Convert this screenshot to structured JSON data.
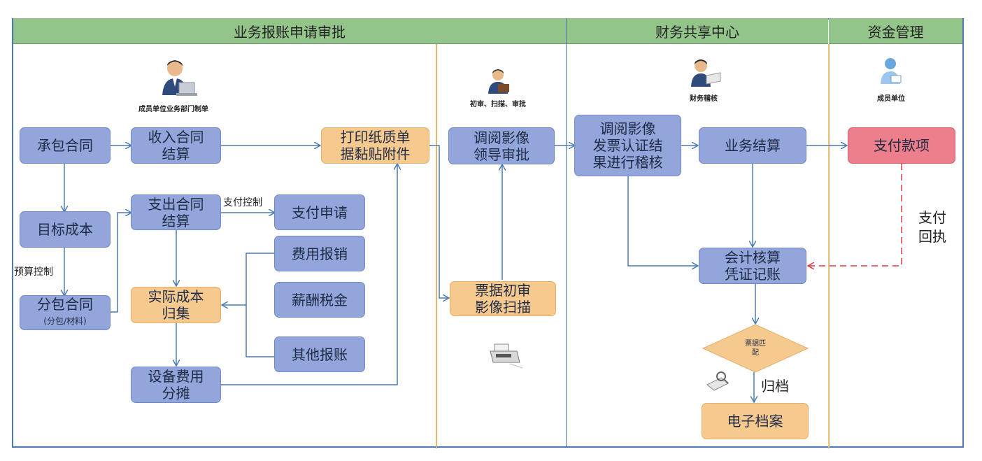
{
  "lanes": {
    "business": "业务报账申请审批",
    "finance": "财务共享中心",
    "funds": "资金管理"
  },
  "captions": {
    "dept": "成员单位业务部门制单",
    "review": "初审、扫描、审批",
    "audit": "财务稽核",
    "member": "成员单位"
  },
  "nodes": {
    "contract": "承包合同",
    "target_cost": "目标成本",
    "sub_contract": "分包合同",
    "sub_contract_note": "(分包/材料)",
    "income_settle": "收入合同\n结算",
    "expense_settle": "支出合同\n结算",
    "payment_apply": "支付申请",
    "expense_reimb": "费用报销",
    "salary_tax": "薪酬税金",
    "other_reimb": "其他报账",
    "actual_cost": "实际成本\n归集",
    "equipment": "设备费用\n分摊",
    "print": "打印纸质单\n据黏贴附件",
    "view_approve": "调阅影像\n领导审批",
    "ticket_scan": "票据初审\n影像扫描",
    "view_audit": "调阅影像\n发票认证结\n果进行稽核",
    "biz_settle": "业务结算",
    "payment": "支付款项",
    "accounting": "会计核算\n凭证记账",
    "match": "票据匹\n配",
    "archive": "电子档案"
  },
  "edge_labels": {
    "budget_ctrl": "预算控制",
    "pay_ctrl": "支付控制",
    "pay_receipt": "支付\n回执",
    "filing": "归档"
  },
  "colors": {
    "header": "#93c58b",
    "blue_node": "#92a6db",
    "orange_node": "#f6c98f",
    "red_node": "#ec7f8b",
    "arrow": "#4a7ab5",
    "dashed_arrow": "#e0393e"
  }
}
